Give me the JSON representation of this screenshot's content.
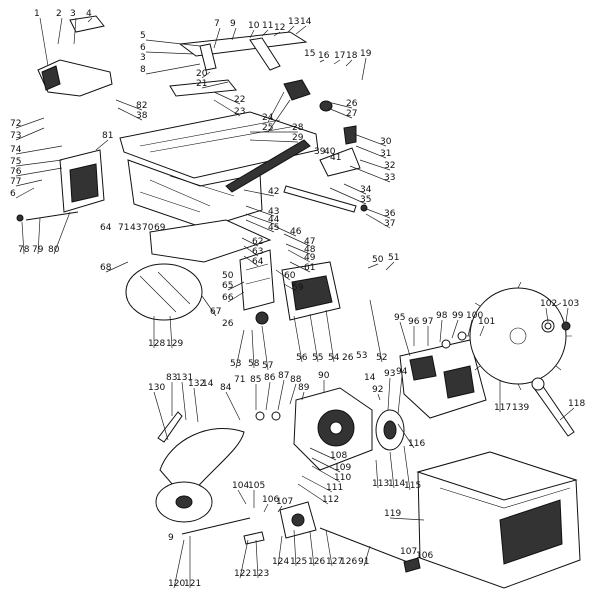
{
  "diagram": {
    "type": "exploded-parts-view",
    "callouts": [
      "1",
      "2",
      "3",
      "4",
      "5",
      "6",
      "7",
      "8",
      "9",
      "10",
      "11",
      "12",
      "13",
      "14",
      "15",
      "16",
      "17",
      "18",
      "19",
      "20",
      "21",
      "22",
      "23",
      "24",
      "25",
      "26",
      "27",
      "28",
      "29",
      "30",
      "31",
      "32",
      "33",
      "34",
      "35",
      "36",
      "37",
      "38",
      "39",
      "40",
      "41",
      "42",
      "43",
      "44",
      "45",
      "46",
      "47",
      "48",
      "49",
      "50",
      "51",
      "52",
      "53",
      "54",
      "55",
      "56",
      "57",
      "58",
      "59",
      "60",
      "61",
      "62",
      "63",
      "64",
      "65",
      "66",
      "67",
      "68",
      "69",
      "70",
      "71",
      "72",
      "73",
      "74",
      "75",
      "76",
      "77",
      "78",
      "79",
      "80",
      "81",
      "82",
      "83",
      "84",
      "85",
      "86",
      "87",
      "88",
      "89",
      "90",
      "91",
      "92",
      "93",
      "94",
      "95",
      "96",
      "97",
      "98",
      "99",
      "100",
      "101",
      "102",
      "103",
      "104",
      "105",
      "106",
      "107",
      "108",
      "109",
      "110",
      "111",
      "112",
      "113",
      "114",
      "115",
      "116",
      "117",
      "118",
      "119",
      "120",
      "121",
      "122",
      "123",
      "124",
      "125",
      "126",
      "127",
      "128",
      "129",
      "130",
      "131",
      "132",
      "139"
    ]
  }
}
